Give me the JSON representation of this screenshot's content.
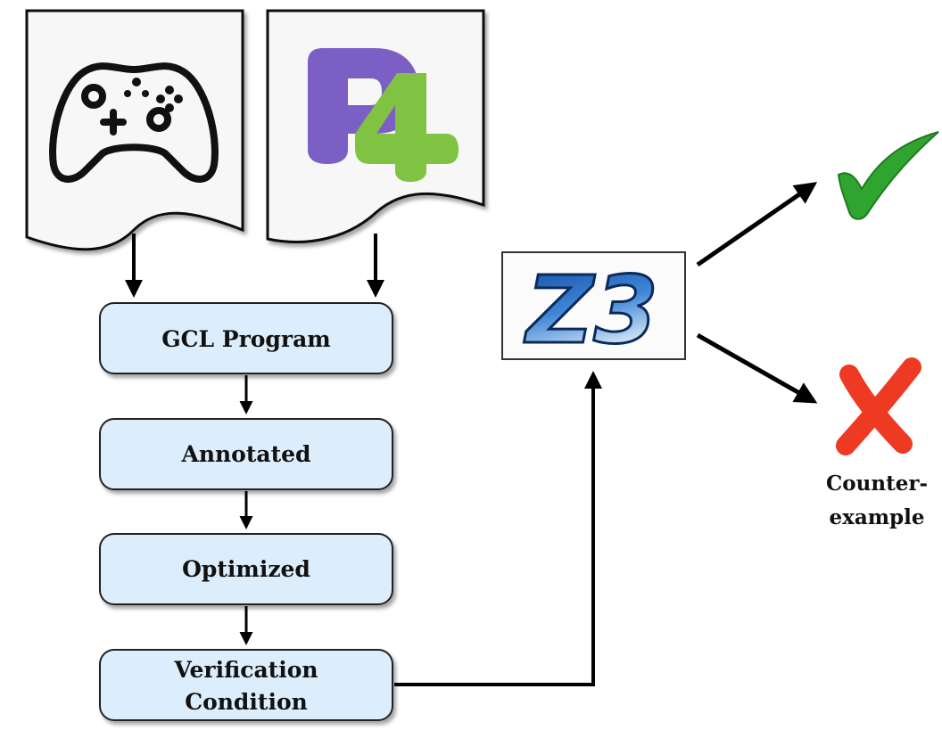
{
  "inputs": {
    "controller_doc": {
      "icon": "game-controller-icon"
    },
    "p4_doc": {
      "logo_text_p": "P",
      "logo_text_4": "4",
      "icon": "p4-logo-icon",
      "p_color": "#7b5fc4",
      "four_color": "#80c242"
    }
  },
  "pipeline": {
    "steps": [
      {
        "label": "GCL Program"
      },
      {
        "label": "Annotated"
      },
      {
        "label": "Optimized"
      },
      {
        "label_line1": "Verification",
        "label_line2": "Condition"
      }
    ],
    "box_fill": "#dceefc",
    "box_stroke": "#222222"
  },
  "solver": {
    "logo_text": "Z3",
    "icon": "z3-logo-icon",
    "color": "#1e5fb0"
  },
  "results": {
    "success": {
      "icon": "green-checkmark-icon",
      "color": "#2fa52f"
    },
    "failure": {
      "icon": "red-cross-icon",
      "color": "#ee3a22",
      "label_line1": "Counter-",
      "label_line2": "example"
    }
  }
}
